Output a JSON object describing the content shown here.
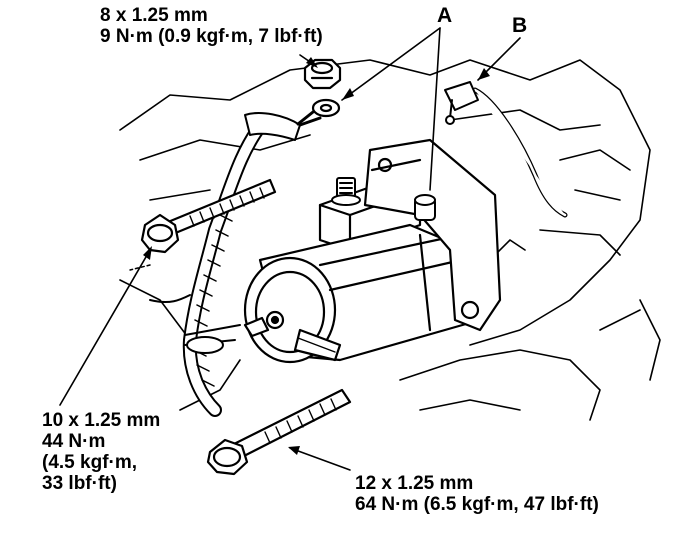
{
  "labels": {
    "top_nut": {
      "size": "8 x 1.25 mm",
      "torque": "9 N·m (0.9 kgf·m, 7 lbf·ft)"
    },
    "upper_bolt": {
      "size": "10 x 1.25 mm",
      "torque_nm": "44 N·m",
      "torque_kgf": "(4.5 kgf·m,",
      "torque_lbf": "33 lbf·ft)"
    },
    "lower_bolt": {
      "size": "12 x 1.25 mm",
      "torque": "64 N·m (6.5 kgf·m, 47 lbf·ft)"
    },
    "callout_a": "A",
    "callout_b": "B"
  }
}
